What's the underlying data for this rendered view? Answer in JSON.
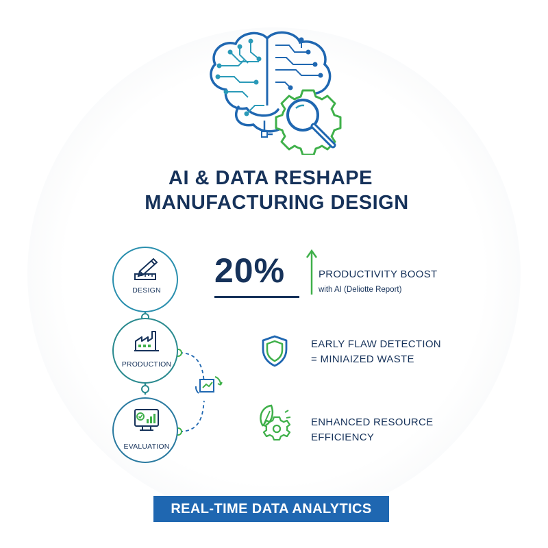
{
  "colors": {
    "navy": "#16325a",
    "blue": "#1f67b1",
    "green": "#3fb04a",
    "teal": "#2a8a8f"
  },
  "title": {
    "line1": "AI & DATA RESHAPE",
    "line2": "MANUFACTURING DESIGN"
  },
  "hero": {
    "icon": "brain-circuit-magnifier-gear-icon"
  },
  "stages": [
    {
      "label": "DESIGN",
      "icon": "ruler-pencil-icon"
    },
    {
      "label": "PRODUCTION",
      "icon": "factory-icon"
    },
    {
      "label": "EVALUATION",
      "icon": "chart-check-icon"
    }
  ],
  "loop": {
    "icon": "feedback-loop-chart-icon"
  },
  "stat": {
    "value": "20%",
    "headline": "PRODUCTIVITY BOOST",
    "subtext": "with AI (Deliotte Report)",
    "icon": "up-arrow-icon"
  },
  "features": [
    {
      "line1": "EARLY FLAW DETECTION",
      "line2": "= MINIAIZED WASTE",
      "icon": "shield-icon"
    },
    {
      "line1": "ENHANCED RESOURCE",
      "line2": "EFFICIENCY",
      "icon": "leaf-gear-icon"
    }
  ],
  "banner": "REAL-TIME DATA ANALYTICS"
}
